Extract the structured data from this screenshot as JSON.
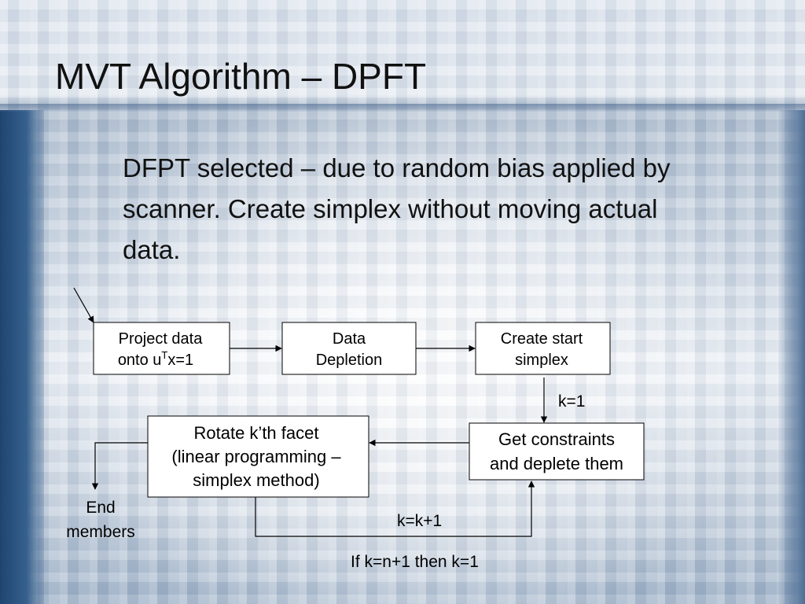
{
  "slide": {
    "title": "MVT Algorithm – DPFT",
    "body": "DFPT selected – due to random bias applied by scanner. Create simplex without moving actual data."
  },
  "diagram": {
    "nodes": {
      "project": {
        "lines": [
          "Project data",
          "onto u",
          "T",
          "x=1"
        ]
      },
      "depletion": {
        "lines": [
          "Data",
          "Depletion"
        ]
      },
      "start_simplex": {
        "lines": [
          "Create start",
          "simplex"
        ]
      },
      "constraints": {
        "lines": [
          "Get constraints",
          "and deplete them"
        ]
      },
      "rotate": {
        "lines": [
          "Rotate k’th facet",
          "(linear programming –",
          "simplex method)"
        ]
      }
    },
    "labels": {
      "k_init": "k=1",
      "k_inc": "k=k+1",
      "wrap": "If k=n+1 then k=1",
      "end_line1": "End",
      "end_line2": "members"
    }
  }
}
